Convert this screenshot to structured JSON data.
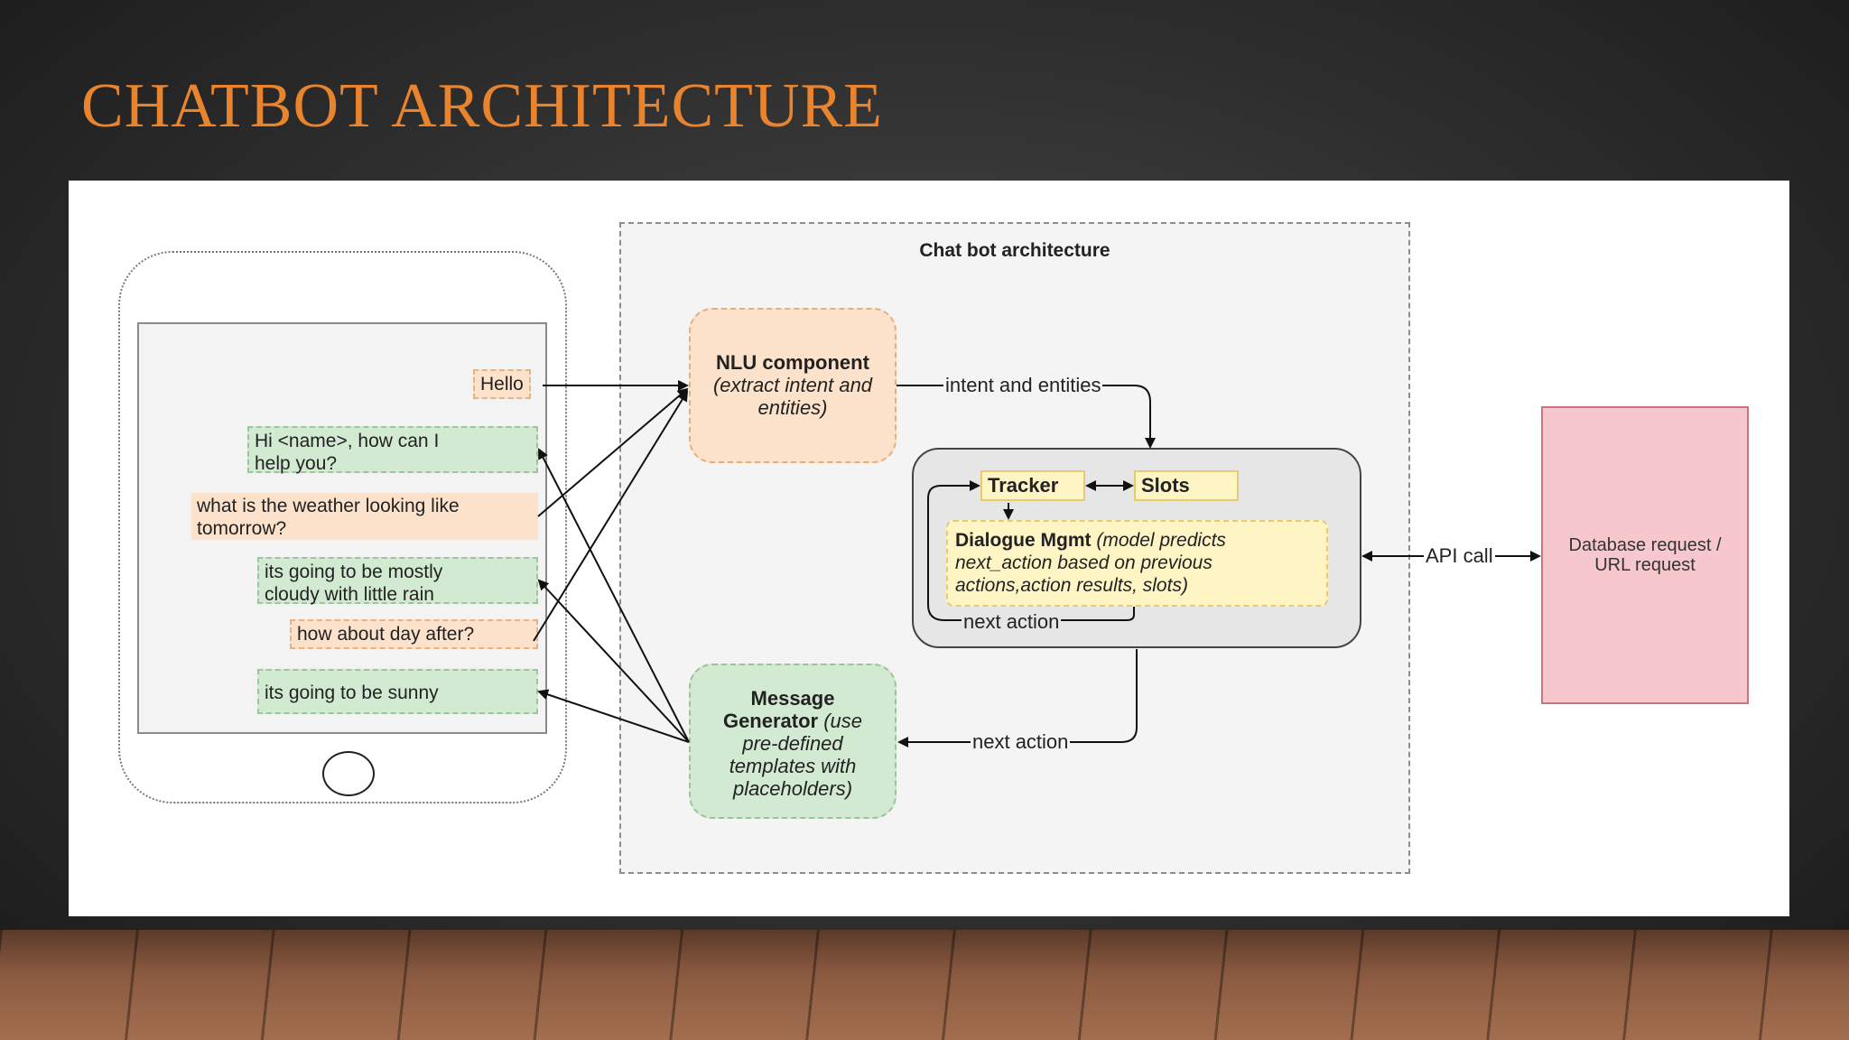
{
  "slide": {
    "title": "CHATBOT ARCHITECTURE"
  },
  "diagram": {
    "frame_title": "Chat bot architecture",
    "phone": {
      "messages": [
        {
          "role": "user",
          "text": "Hello"
        },
        {
          "role": "bot",
          "line1": "Hi <name>,  how can I",
          "line2": "help you?"
        },
        {
          "role": "user",
          "line1": "what is the weather looking like",
          "line2": "tomorrow?"
        },
        {
          "role": "bot",
          "line1": "its going to be mostly",
          "line2": "cloudy with little rain"
        },
        {
          "role": "user",
          "text": "how about day after?"
        },
        {
          "role": "bot",
          "text": "its going to be sunny"
        }
      ]
    },
    "nlu": {
      "title": "NLU component",
      "desc_line1": "(extract intent and",
      "desc_line2": "entities)"
    },
    "message_generator": {
      "title_line1": "Message",
      "title_line2": "Generator",
      "desc_line2": "(use",
      "desc_line3": "pre-defined",
      "desc_line4": "templates with",
      "desc_line5": "placeholders)"
    },
    "tracker": "Tracker",
    "slots": "Slots",
    "dialogue": {
      "title": "Dialogue Mgmt",
      "desc_line1": "(model predicts",
      "desc_line2": "next_action based on previous",
      "desc_line3": "actions,action results, slots)"
    },
    "database": {
      "line1": "Database request /",
      "line2": "URL request"
    },
    "edge_labels": {
      "intent": "intent and entities",
      "next_action_loop": "next action",
      "next_action_out": "next action",
      "api_call": "API call"
    },
    "colors": {
      "title": "#e8832e",
      "user_msg": "#fde2cb",
      "bot_msg": "#d3ead2",
      "tracker": "#fff4c3",
      "database": "#f6c7cc"
    }
  }
}
